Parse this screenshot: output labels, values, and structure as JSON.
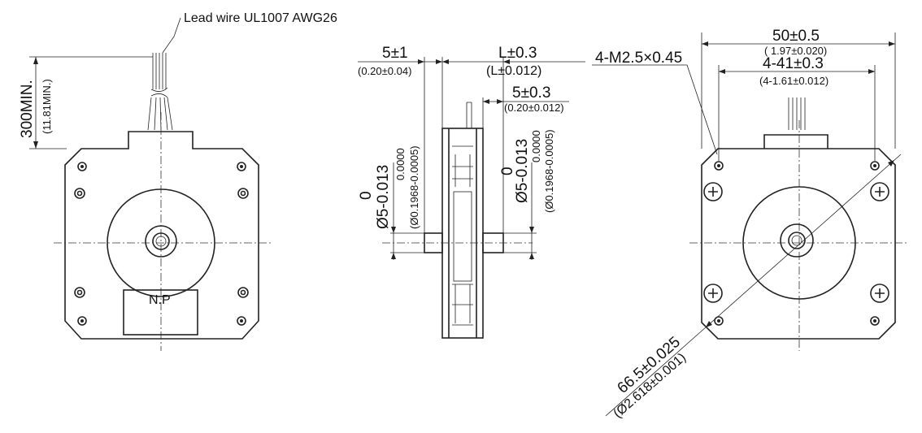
{
  "labels": {
    "lead_wire": "Lead wire UL1007 AWG26",
    "lead_len_mm": "300MIN.",
    "lead_len_in": "(11.81MIN.)",
    "nameplate": "N.P",
    "side_flange_mm": "5±1",
    "side_flange_in": "(0.20±0.04)",
    "side_len_mm": "L±0.3",
    "side_len_in": "(L±0.012)",
    "side_shaft_mm": "5±0.3",
    "side_shaft_in": "(0.20±0.012)",
    "shaft_left_upper": "0",
    "shaft_left_mm": "Ø5-0.013",
    "shaft_left_in_upper": "0.0000",
    "shaft_left_in": "(Ø0.1968-0.0005)",
    "shaft_right_upper": "0",
    "shaft_right_mm": "Ø5-0.013",
    "shaft_right_in_upper": "0.0000",
    "shaft_right_in": "(Ø0.1968-0.0005)",
    "tap_holes": "4-M2.5×0.45",
    "body_width_mm": "50±0.5",
    "body_width_in": "( 1.97±0.020)",
    "hole_pitch_mm": "4-41±0.3",
    "hole_pitch_in": "(4-1.61±0.012)",
    "pcd_mm": "66.5±0.025",
    "pcd_in": "(Ø2.618±0.001)"
  }
}
